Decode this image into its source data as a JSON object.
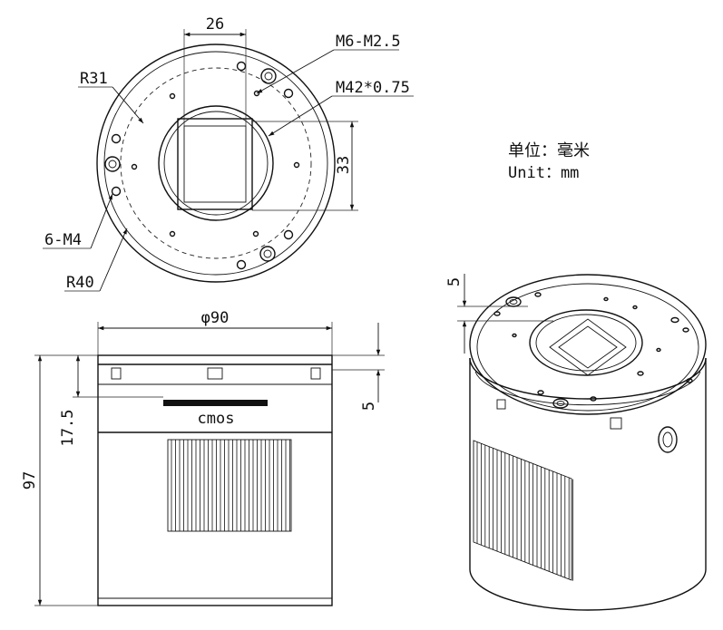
{
  "top_view": {
    "dim_width": "26",
    "dim_height": "33",
    "label_m6": "M6-M2.5",
    "label_m42": "M42*0.75",
    "label_r31": "R31",
    "label_6m4": "6-M4",
    "label_r40": "R40"
  },
  "units": {
    "cn": "单位：毫米",
    "en": "Unit：mm"
  },
  "side_view": {
    "dim_diameter": "φ90",
    "dim_height": "97",
    "dim_sensor": "17.5",
    "dim_flange": "5",
    "sensor_label": "cmos"
  },
  "iso_view": {
    "dim_flange": "5"
  }
}
